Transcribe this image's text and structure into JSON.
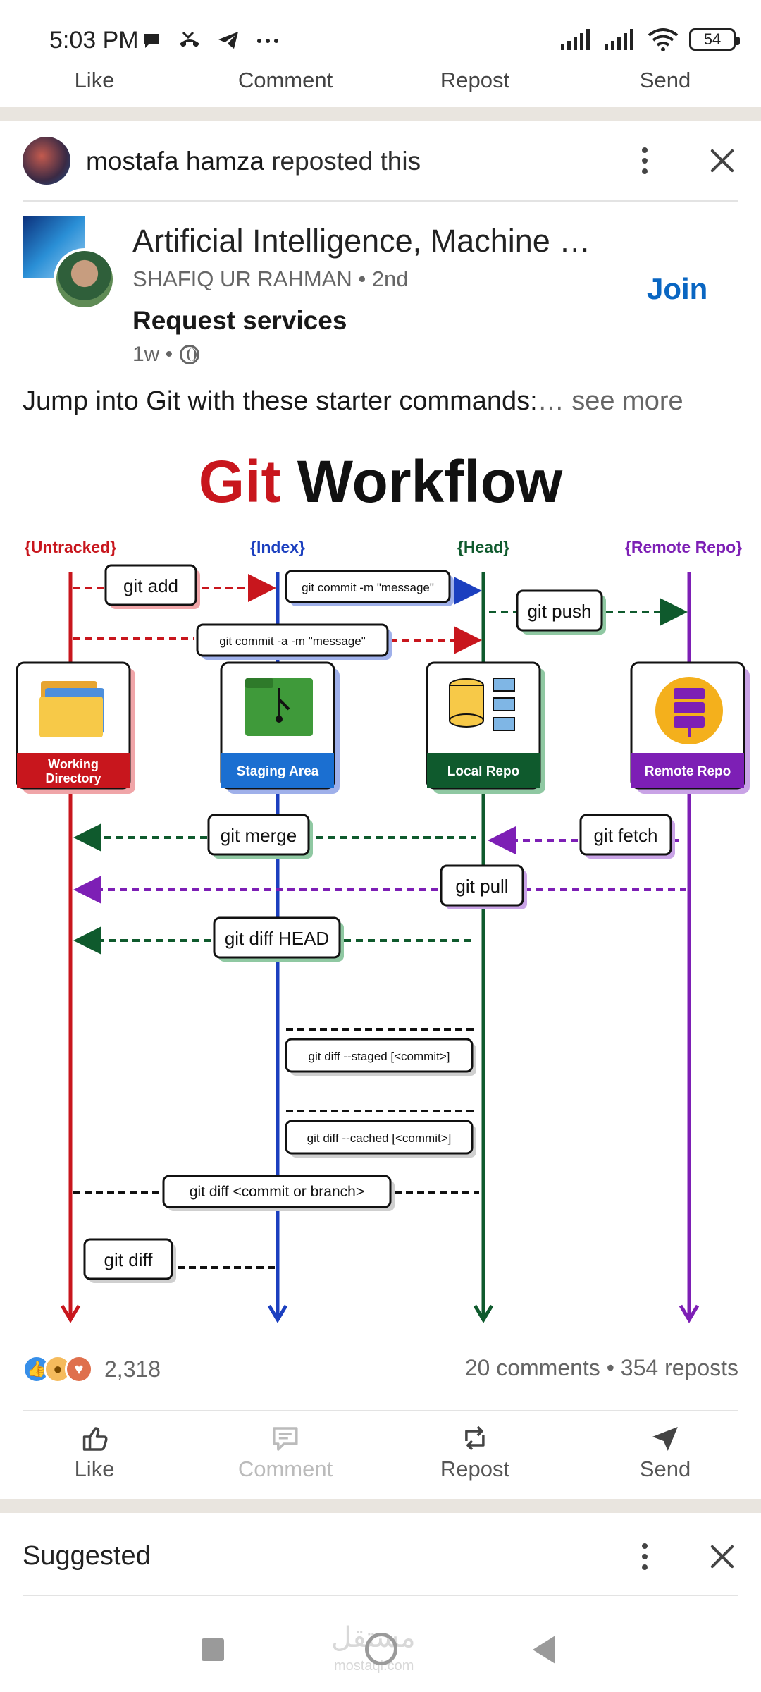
{
  "status_bar": {
    "time": "5:03 PM",
    "battery": "54",
    "icons_left": [
      "chat-bubble-icon",
      "missed-call-icon",
      "telegram-icon",
      "more-dots-icon"
    ],
    "icons_right": [
      "signal-icon",
      "signal-icon",
      "wifi-icon",
      "battery-icon"
    ]
  },
  "top_actions": {
    "like": "Like",
    "comment": "Comment",
    "repost": "Repost",
    "send": "Send"
  },
  "repost_header": {
    "name": "mostafa hamza",
    "suffix": " reposted this"
  },
  "post": {
    "group_name": "Artificial Intelligence, Machine …",
    "author_line": "SHAFIQ UR RAHMAN • 2nd",
    "cta": "Request services",
    "time": "1w •",
    "join": "Join",
    "text": "Jump into Git with these starter commands:",
    "see_more": "… see more"
  },
  "diagram": {
    "title_part1": "Git",
    "title_part2": " Workflow",
    "columns": [
      {
        "tag": "{Untracked}",
        "box": "Working Directory",
        "box_line1": "Working",
        "box_line2": "Directory",
        "color": "#c8161d"
      },
      {
        "tag": "{Index}",
        "box": "Staging Area",
        "color": "#1b3fbf"
      },
      {
        "tag": "{Head}",
        "box": "Local Repo",
        "color": "#0f5a2d"
      },
      {
        "tag": "{Remote Repo}",
        "box": "Remote Repo",
        "color": "#7d1fb5"
      }
    ],
    "commands": {
      "git_add": "git add",
      "git_commit_m": "git commit -m \"message\"",
      "git_push": "git push",
      "git_commit_am": "git commit -a -m \"message\"",
      "git_merge": "git merge",
      "git_fetch": "git fetch",
      "git_pull": "git pull",
      "git_diff_head": "git diff HEAD",
      "git_diff_staged": "git diff --staged [<commit>]",
      "git_diff_cached": "git diff --cached [<commit>]",
      "git_diff_branch": "git diff <commit or branch>",
      "git_diff": "git diff"
    }
  },
  "engagement": {
    "reactions_count": "2,318",
    "comments_reposts": "20 comments • 354 reposts",
    "reaction_icons": [
      "like-reaction-icon",
      "insightful-reaction-icon",
      "love-reaction-icon"
    ]
  },
  "bottom_actions": {
    "like": "Like",
    "comment": "Comment",
    "repost": "Repost",
    "send": "Send"
  },
  "suggested": {
    "label": "Suggested"
  },
  "watermark": {
    "text": "مستقل",
    "sub": "mostaql.com"
  }
}
